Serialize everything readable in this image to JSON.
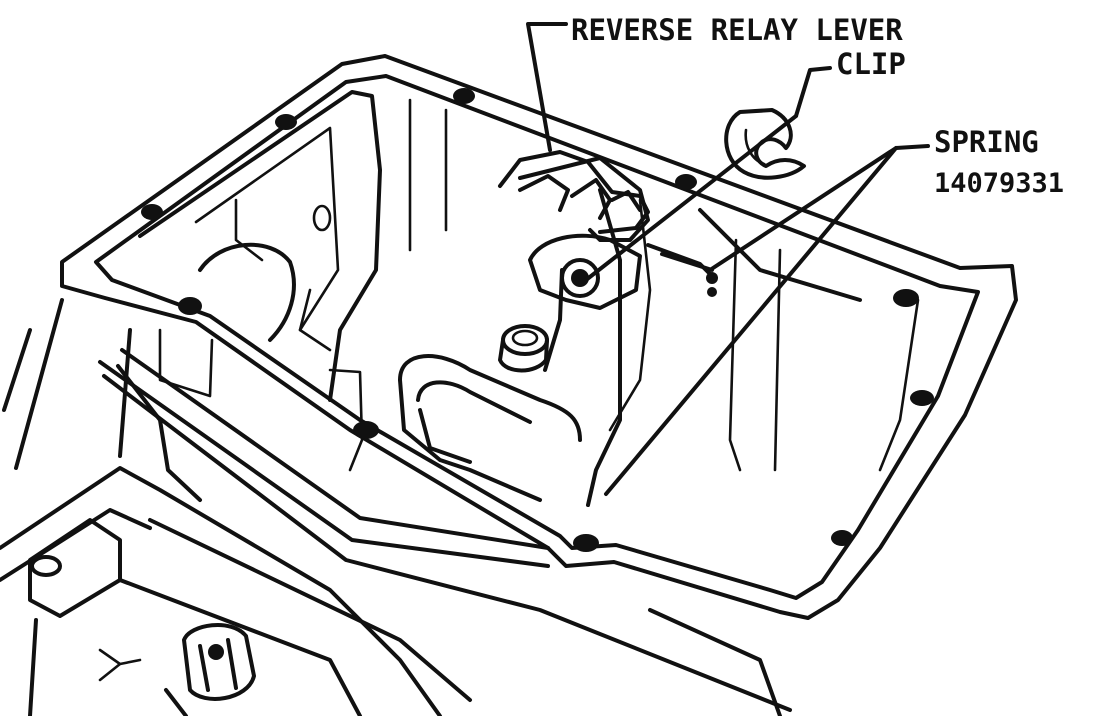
{
  "labels": {
    "reverse_relay_lever": "REVERSE RELAY LEVER",
    "clip": "CLIP",
    "spring": "SPRING",
    "figure_number": "14079331"
  },
  "colors": {
    "ink": "#111111",
    "background": "#ffffff"
  }
}
